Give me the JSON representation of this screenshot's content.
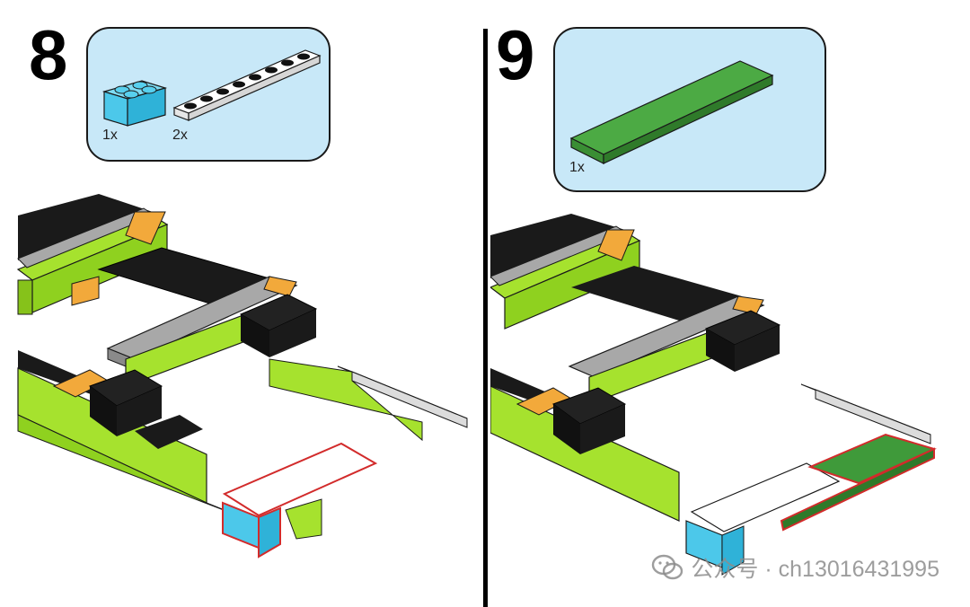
{
  "steps": [
    {
      "number": "8",
      "parts": [
        {
          "qty": "1x",
          "icon": "lego-brick-2x2-blue-icon",
          "color": "#4cc8ea"
        },
        {
          "qty": "2x",
          "icon": "lego-plate-1x8-white-icon",
          "color": "#ffffff"
        }
      ]
    },
    {
      "number": "9",
      "parts": [
        {
          "qty": "1x",
          "icon": "lego-plate-2x8-green-icon",
          "color": "#3f9a3a"
        }
      ]
    }
  ],
  "watermark": {
    "text": "公众号 · ch13016431995",
    "icon": "wechat-icon"
  },
  "colors": {
    "callout_bg": "#c8e8f8",
    "lime": "#a6e22e",
    "black": "#1a1a1a",
    "gray": "#a8a8a8",
    "orange": "#f2a93b",
    "blue": "#4cc8ea",
    "green": "#3f9a3a",
    "highlight": "#d22b2b"
  }
}
